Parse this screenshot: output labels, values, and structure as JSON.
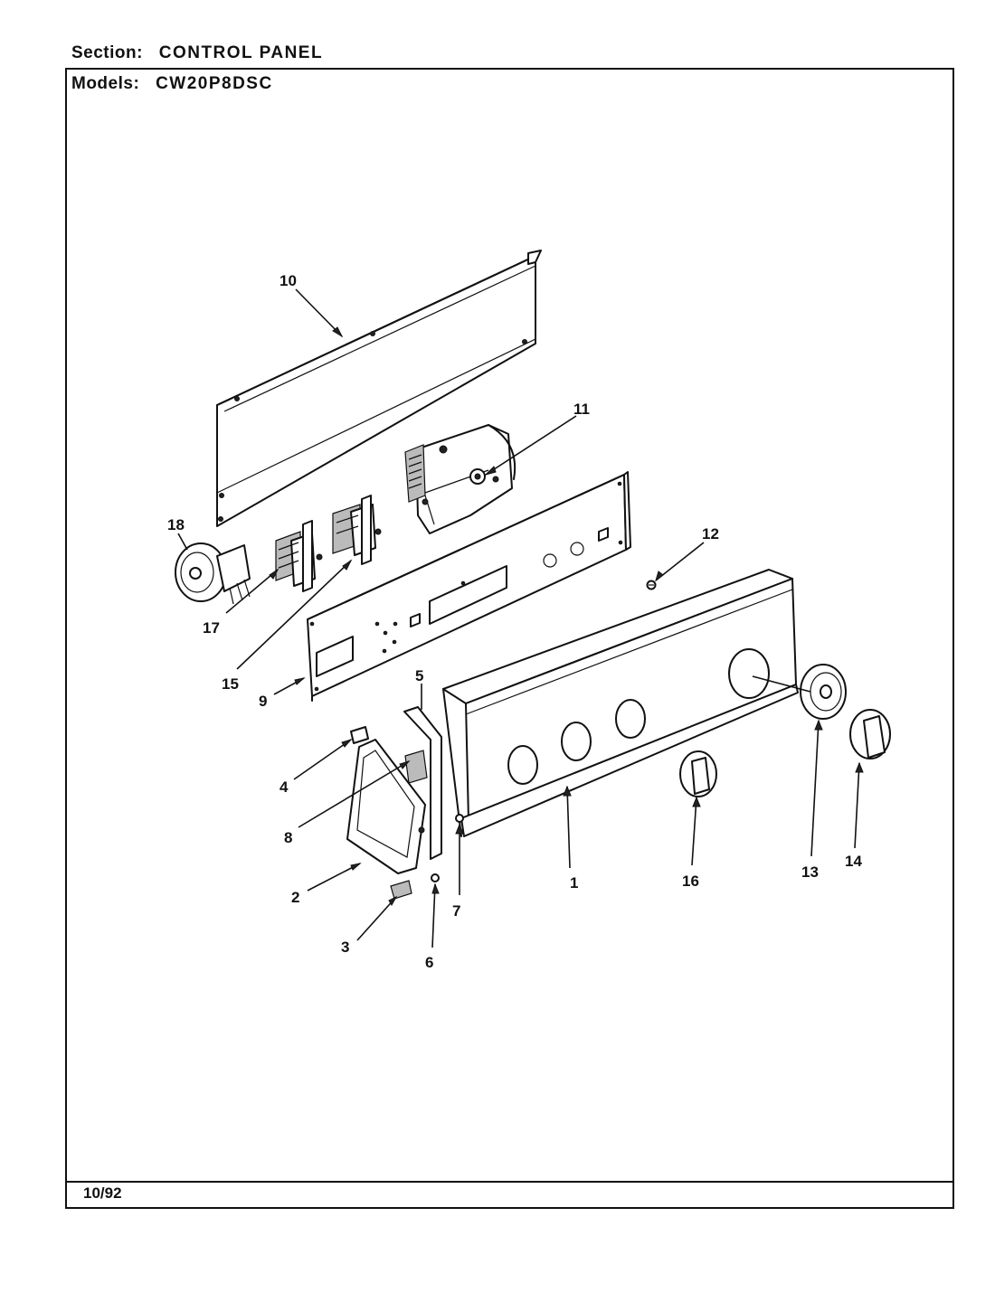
{
  "header": {
    "section_label": "Section:",
    "section_value": "CONTROL PANEL",
    "models_label": "Models:",
    "models_value": "CW20P8DSC"
  },
  "footer": {
    "date_code": "10/92"
  },
  "callouts": [
    "1",
    "2",
    "3",
    "4",
    "5",
    "6",
    "7",
    "8",
    "9",
    "10",
    "11",
    "12",
    "13",
    "14",
    "15",
    "16",
    "17",
    "18"
  ]
}
